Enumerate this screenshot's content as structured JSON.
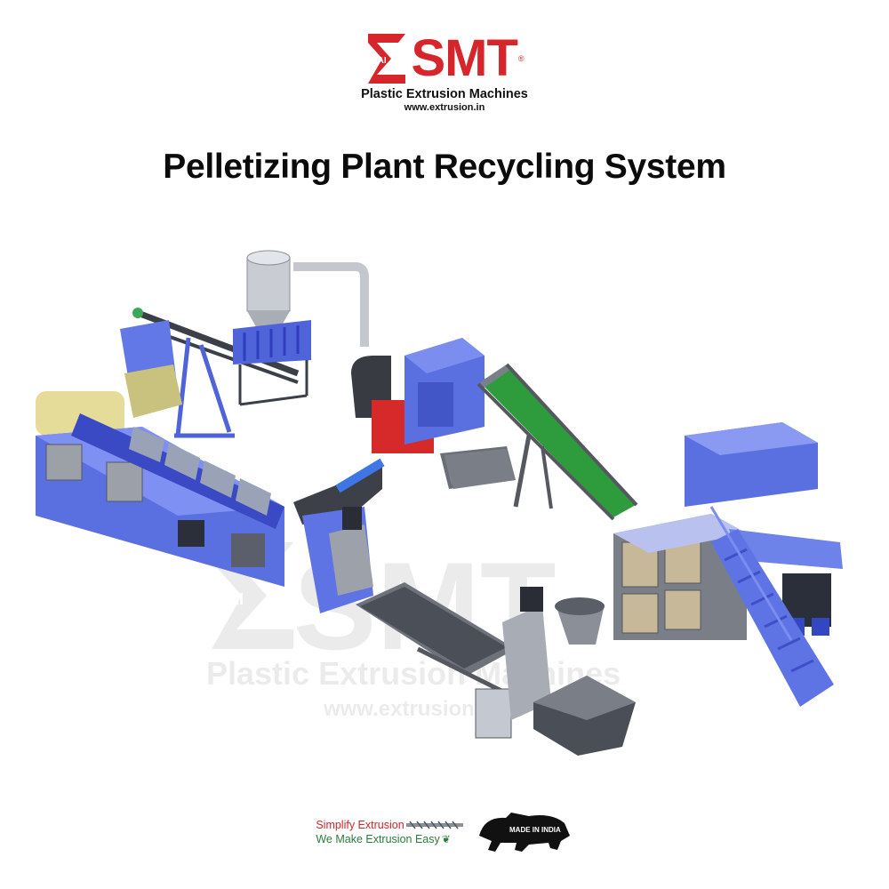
{
  "brand": {
    "prefix": "SAI",
    "name": "SMT",
    "registered": "®",
    "tagline": "Plastic Extrusion Machines",
    "website": "www.extrusion.in",
    "red": "#d7262b"
  },
  "title": "Pelletizing Plant Recycling System",
  "watermark": {
    "prefix": "SAI",
    "name": "SMT",
    "tagline": "Plastic Extrusion Machines",
    "website": "www.extrusion.in"
  },
  "machine_colors": {
    "frame_blue": "#5a6fe0",
    "panel_grey": "#8c8f99",
    "conveyor_green": "#2e9b3c",
    "accent_red": "#d62a2a",
    "steel": "#b8bcc4"
  },
  "footer": {
    "slogan_1": "Simplify Extrusion",
    "slogan_2": "We Make Extrusion Easy",
    "slogan_1_color": "#d3232a",
    "slogan_2_color": "#2b7d3c",
    "badge_text": "MADE IN INDIA"
  }
}
